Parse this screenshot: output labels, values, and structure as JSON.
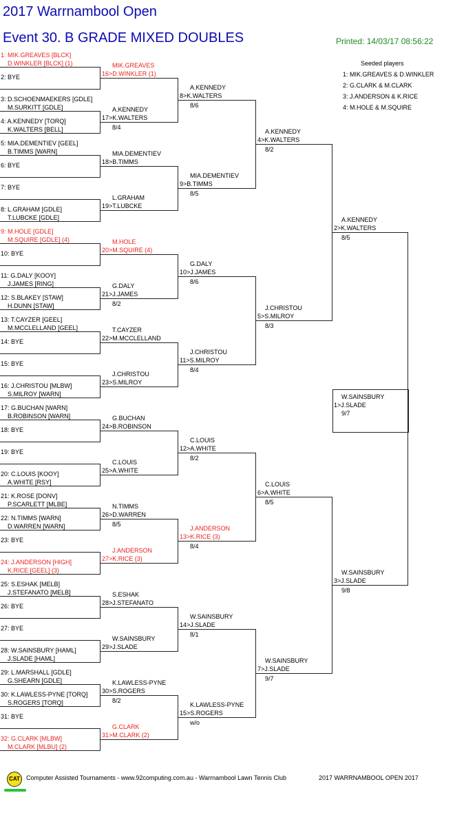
{
  "header": {
    "title": "2017 Warrnambool Open",
    "event": "Event 30. B GRADE MIXED DOUBLES",
    "printed": "Printed: 14/03/17 08:56:22"
  },
  "seeded": {
    "heading": "Seeded players",
    "items": [
      "1: MIK.GREAVES & D.WINKLER",
      "2: G.CLARK & M.CLARK",
      "3: J.ANDERSON & K.RICE",
      "4: M.HOLE & M.SQUIRE"
    ]
  },
  "r1": [
    {
      "a": "1: MIK.GREAVES [BLCK]",
      "b": "D.WINKLER [BLCK] (1)",
      "red": true
    },
    {
      "a": "2: BYE"
    },
    {
      "a": "3: D.SCHOENMAEKERS [GDLE]",
      "b": "M.SURKITT [GDLE]"
    },
    {
      "a": "4: A.KENNEDY [TORQ]",
      "b": "K.WALTERS [BELL]"
    },
    {
      "a": "5: MIA.DEMENTIEV [GEEL]",
      "b": "B.TIMMS [WARN]"
    },
    {
      "a": "6: BYE"
    },
    {
      "a": "7: BYE"
    },
    {
      "a": "8: L.GRAHAM [GDLE]",
      "b": "T.LUBCKE [GDLE]"
    },
    {
      "a": "9: M.HOLE [GDLE]",
      "b": "M.SQUIRE [GDLE] (4)",
      "red": true
    },
    {
      "a": "10: BYE"
    },
    {
      "a": "11: G.DALY [KOOY]",
      "b": "J.JAMES [RING]"
    },
    {
      "a": "12: S.BLAKEY [STAW]",
      "b": "H.DUNN [STAW]"
    },
    {
      "a": "13: T.CAYZER [GEEL]",
      "b": "M.MCCLELLAND [GEEL]"
    },
    {
      "a": "14: BYE"
    },
    {
      "a": "15: BYE"
    },
    {
      "a": "16: J.CHRISTOU [MLBW]",
      "b": "S.MILROY [WARN]"
    },
    {
      "a": "17: G.BUCHAN [WARN]",
      "b": "B.ROBINSON [WARN]"
    },
    {
      "a": "18: BYE"
    },
    {
      "a": "19: BYE"
    },
    {
      "a": "20: C.LOUIS [KOOY]",
      "b": "A.WHITE [RSY]"
    },
    {
      "a": "21: K.ROSE [DONV]",
      "b": "P.SCARLETT [MLBE]"
    },
    {
      "a": "22: N.TIMMS [WARN]",
      "b": "D.WARREN [WARN]"
    },
    {
      "a": "23: BYE"
    },
    {
      "a": "24: J.ANDERSON [HIGH]",
      "b": "K.RICE [GEEL] (3)",
      "red": true
    },
    {
      "a": "25: S.ESHAK [MELB]",
      "b": "J.STEFANATO [MELB]"
    },
    {
      "a": "26: BYE"
    },
    {
      "a": "27: BYE"
    },
    {
      "a": "28: W.SAINSBURY [HAML]",
      "b": "J.SLADE [HAML]"
    },
    {
      "a": "29: L.MARSHALL [GDLE]",
      "b": "G.SHEARN [GDLE]"
    },
    {
      "a": "30: K.LAWLESS-PYNE [TORQ]",
      "b": "S.ROGERS [TORQ]"
    },
    {
      "a": "31: BYE"
    },
    {
      "a": "32: G.CLARK [MLBW]",
      "b": "M.CLARK [MLBU] (2)",
      "red": true
    }
  ],
  "r2": [
    {
      "a": "MIK.GREAVES",
      "b": "16>D.WINKLER (1)",
      "red": true
    },
    {
      "a": "A.KENNEDY",
      "b": "17>K.WALTERS",
      "s": "8/4"
    },
    {
      "a": "MIA.DEMENTIEV",
      "b": "18>B.TIMMS"
    },
    {
      "a": "L.GRAHAM",
      "b": "19>T.LUBCKE"
    },
    {
      "a": "M.HOLE",
      "b": "20>M.SQUIRE (4)",
      "red": true
    },
    {
      "a": "G.DALY",
      "b": "21>J.JAMES",
      "s": "8/2"
    },
    {
      "a": "T.CAYZER",
      "b": "22>M.MCCLELLAND"
    },
    {
      "a": "J.CHRISTOU",
      "b": "23>S.MILROY"
    },
    {
      "a": "G.BUCHAN",
      "b": "24>B.ROBINSON"
    },
    {
      "a": "C.LOUIS",
      "b": "25>A.WHITE"
    },
    {
      "a": "N.TIMMS",
      "b": "26>D.WARREN",
      "s": "8/5"
    },
    {
      "a": "J.ANDERSON",
      "b": "27>K.RICE (3)",
      "red": true
    },
    {
      "a": "S.ESHAK",
      "b": "28>J.STEFANATO"
    },
    {
      "a": "W.SAINSBURY",
      "b": "29>J.SLADE"
    },
    {
      "a": "K.LAWLESS-PYNE",
      "b": "30>S.ROGERS",
      "s": "8/2"
    },
    {
      "a": "G.CLARK",
      "b": "31>M.CLARK (2)",
      "red": true
    }
  ],
  "r3": [
    {
      "a": "A.KENNEDY",
      "b": "8>K.WALTERS",
      "s": "8/6"
    },
    {
      "a": "MIA.DEMENTIEV",
      "b": "9>B.TIMMS",
      "s": "8/5"
    },
    {
      "a": "G.DALY",
      "b": "10>J.JAMES",
      "s": "8/6"
    },
    {
      "a": "J.CHRISTOU",
      "b": "11>S.MILROY",
      "s": "8/4"
    },
    {
      "a": "C.LOUIS",
      "b": "12>A.WHITE",
      "s": "8/2"
    },
    {
      "a": "J.ANDERSON",
      "b": "13>K.RICE (3)",
      "s": "8/4",
      "red": true
    },
    {
      "a": "W.SAINSBURY",
      "b": "14>J.SLADE",
      "s": "8/1"
    },
    {
      "a": "K.LAWLESS-PYNE",
      "b": "15>S.ROGERS",
      "s": "w/o"
    }
  ],
  "r4": [
    {
      "a": "A.KENNEDY",
      "b": "4>K.WALTERS",
      "s": "8/2"
    },
    {
      "a": "J.CHRISTOU",
      "b": "5>S.MILROY",
      "s": "8/3"
    },
    {
      "a": "C.LOUIS",
      "b": "6>A.WHITE",
      "s": "8/5"
    },
    {
      "a": "W.SAINSBURY",
      "b": "7>J.SLADE",
      "s": "9/7"
    }
  ],
  "r5": [
    {
      "a": "A.KENNEDY",
      "b": "2>K.WALTERS",
      "s": "8/5"
    },
    {
      "a": "W.SAINSBURY",
      "b": "3>J.SLADE",
      "s": "9/8"
    }
  ],
  "final": {
    "a": "W.SAINSBURY",
    "b": "1>J.SLADE",
    "s": "9/7"
  },
  "footer": {
    "logo": "CAT",
    "credit": "Computer Assisted Tournaments - www.92computing.com.au -  Warrnambool Lawn Tennis Club",
    "event": "2017 WARRNAMBOOL OPEN 2017"
  }
}
